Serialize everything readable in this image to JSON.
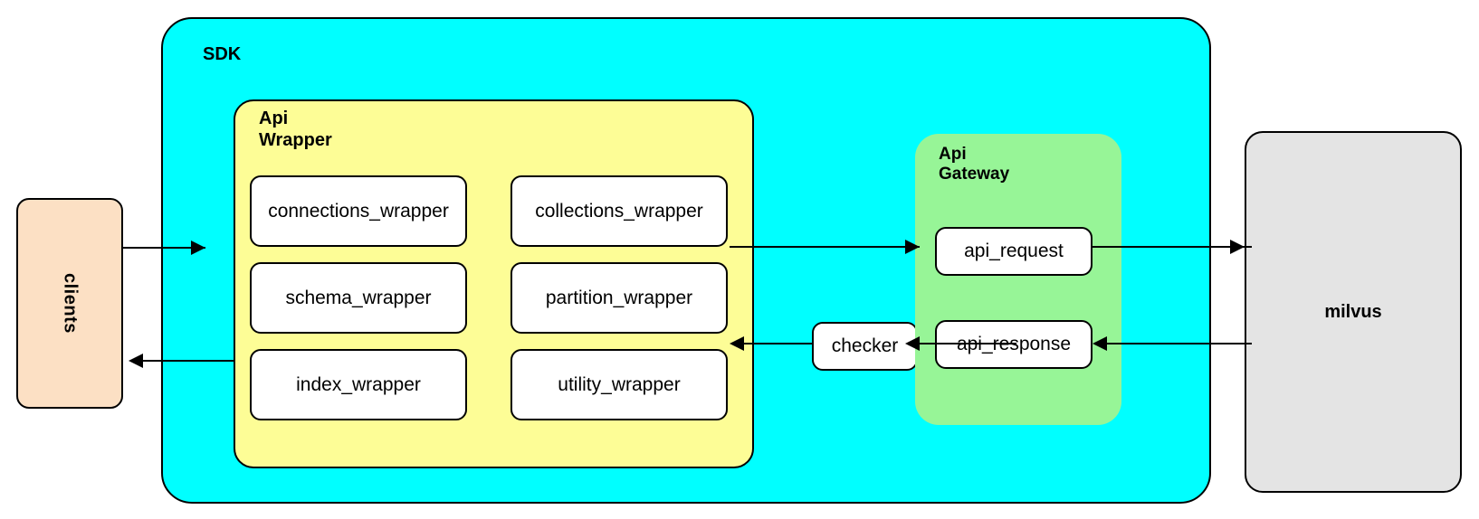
{
  "diagram": {
    "title": "Milvus SDK test framework architecture",
    "type": "block-architecture",
    "colors": {
      "sdk_fill": "#00ffff",
      "api_wrapper_fill": "#fdfd96",
      "api_gateway_fill": "#97f597",
      "clients_fill": "#fce0c4",
      "milvus_fill": "#e4e4e4",
      "leaf_fill": "#ffffff",
      "stroke": "#000000"
    }
  },
  "clients": {
    "label": "clients"
  },
  "sdk": {
    "label": "SDK",
    "api_wrapper": {
      "label": "Api\nWrapper",
      "modules": [
        {
          "label": "connections_wrapper"
        },
        {
          "label": "collections_wrapper"
        },
        {
          "label": "schema_wrapper"
        },
        {
          "label": "partition_wrapper"
        },
        {
          "label": "index_wrapper"
        },
        {
          "label": "utility_wrapper"
        }
      ]
    },
    "checker": {
      "label": "checker"
    },
    "api_gateway": {
      "label": "Api\nGateway",
      "nodes": [
        {
          "label": "api_request"
        },
        {
          "label": "api_response"
        }
      ]
    }
  },
  "milvus": {
    "label": "milvus"
  },
  "connections": [
    {
      "from": "clients",
      "to": "api_wrapper",
      "direction": "right"
    },
    {
      "from": "api_wrapper",
      "to": "api_request",
      "direction": "right"
    },
    {
      "from": "api_request",
      "to": "milvus",
      "direction": "right"
    },
    {
      "from": "milvus",
      "to": "api_response",
      "direction": "left"
    },
    {
      "from": "api_response",
      "to": "checker",
      "direction": "left"
    },
    {
      "from": "checker",
      "to": "api_wrapper",
      "direction": "left"
    },
    {
      "from": "api_wrapper",
      "to": "clients",
      "direction": "left"
    }
  ]
}
